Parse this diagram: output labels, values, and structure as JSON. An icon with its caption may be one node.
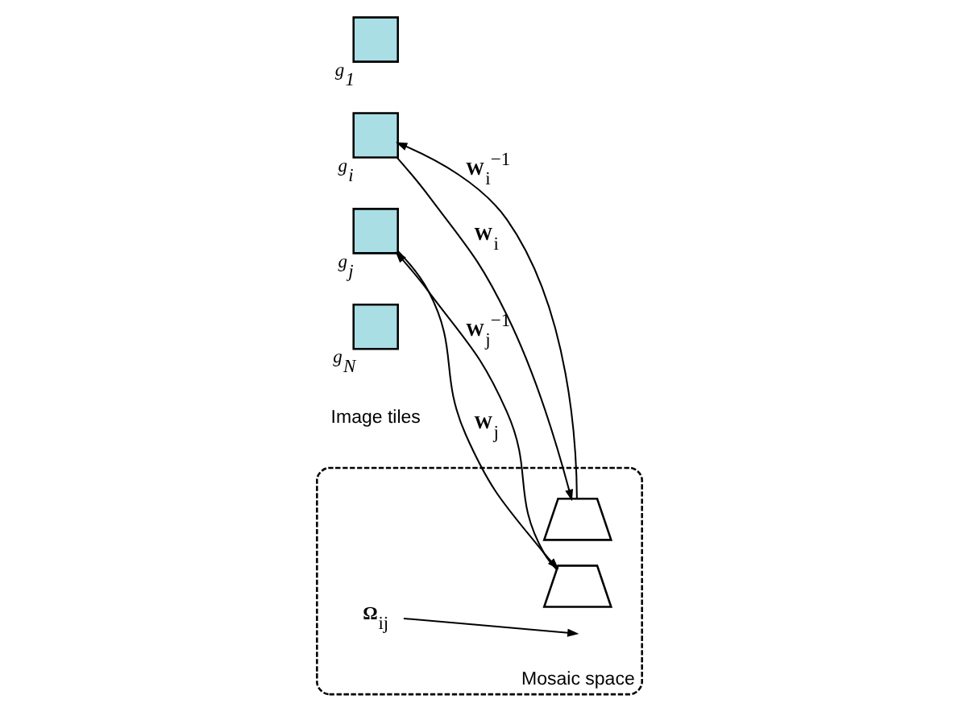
{
  "diagram": {
    "nodes": [
      {
        "text": [],
        "shape": "box",
        "beside": [
          "g$_{1}$"
        ]
      },
      {
        "text": [],
        "shape": "box",
        "beside": [
          "g$_{i}$"
        ]
      },
      {
        "text": [],
        "shape": "box",
        "beside": [
          "g$_{j}$"
        ]
      },
      {
        "text": [],
        "shape": "box",
        "beside": [
          "g$_{N}$"
        ]
      },
      {
        "text": [
          "Mosaic space"
        ]
      },
      {
        "text": [],
        "shape": "trapezoid",
        "in": 4
      },
      {
        "text": [],
        "shape": "trapezoid",
        "in": 4
      },
      {
        "text": [
          "**Ω**$_{ij}$"
        ],
        "in": 4
      }
    ],
    "edges": [
      {
        "from": 1,
        "to": 5,
        "arrow": "to",
        "label": "**W**$_{i}$"
      },
      {
        "from": 5,
        "to": 1,
        "arrow": "to",
        "label": "**W**$_{i}$$^{−1}$"
      },
      {
        "from": 2,
        "to": 6,
        "arrow": "to",
        "label": "**W**$_{j}$"
      },
      {
        "from": 6,
        "to": 2,
        "arrow": "to",
        "label": "**W**$_{j}$$^{−1}$"
      },
      {
        "from": 7,
        "to": null,
        "arrow": "to"
      }
    ],
    "labels": [
      "Image tiles"
    ]
  }
}
